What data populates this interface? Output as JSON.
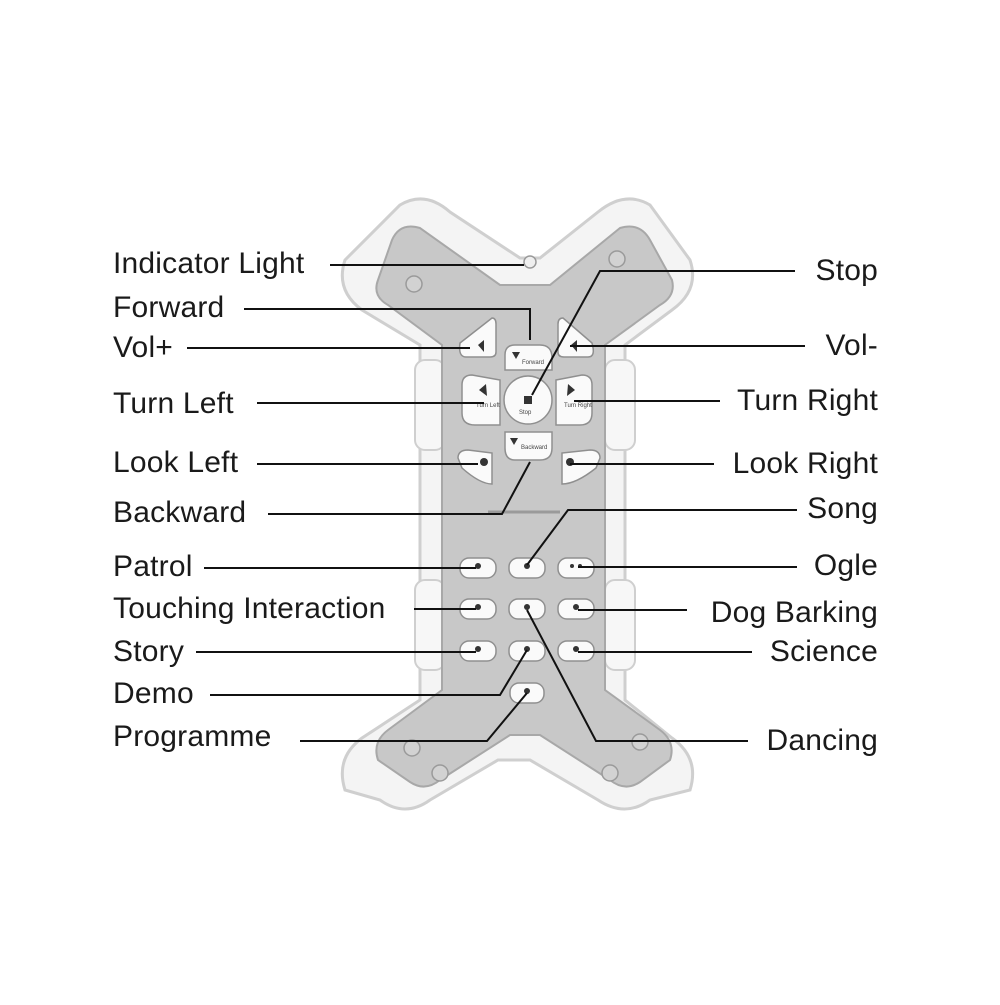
{
  "labels": {
    "indicator_light": "Indicator Light",
    "forward": "Forward",
    "vol_plus": "Vol+",
    "turn_left": "Turn Left",
    "look_left": "Look Left",
    "backward": "Backward",
    "patrol": "Patrol",
    "touching_interaction": "Touching Interaction",
    "story": "Story",
    "demo": "Demo",
    "programme": "Programme",
    "stop": "Stop",
    "vol_minus": "Vol-",
    "turn_right": "Turn Right",
    "look_right": "Look Right",
    "song": "Song",
    "ogle": "Ogle",
    "dog_barking": "Dog Barking",
    "science": "Science",
    "dancing": "Dancing"
  },
  "buttons": {
    "forward": "Forward",
    "stop": "Stop",
    "backward": "Backward",
    "turn_left": "Turn Left",
    "turn_right": "Turn Right"
  },
  "colors": {
    "body_gray": "#c8c8c8",
    "frame_white": "#f4f4f4",
    "frame_outline": "#cfcfcf",
    "button_white": "#fafafa",
    "line": "#111111",
    "text": "#1a1a1a"
  }
}
